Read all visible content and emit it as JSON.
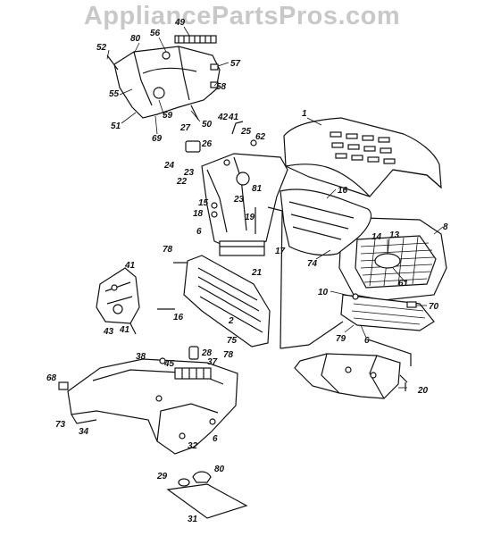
{
  "watermark": "AppliancePartsPros.com",
  "callouts": [
    {
      "id": "c1",
      "text": "1"
    },
    {
      "id": "c2",
      "text": "2"
    },
    {
      "id": "c6a",
      "text": "6"
    },
    {
      "id": "c6b",
      "text": "6"
    },
    {
      "id": "c6c",
      "text": "6"
    },
    {
      "id": "c8",
      "text": "8"
    },
    {
      "id": "c10",
      "text": "10"
    },
    {
      "id": "c13",
      "text": "13"
    },
    {
      "id": "c14",
      "text": "14"
    },
    {
      "id": "c15",
      "text": "15"
    },
    {
      "id": "c16a",
      "text": "16"
    },
    {
      "id": "c16b",
      "text": "16"
    },
    {
      "id": "c17",
      "text": "17"
    },
    {
      "id": "c18",
      "text": "18"
    },
    {
      "id": "c19",
      "text": "19"
    },
    {
      "id": "c20",
      "text": "20"
    },
    {
      "id": "c21",
      "text": "21"
    },
    {
      "id": "c22",
      "text": "22"
    },
    {
      "id": "c23a",
      "text": "23"
    },
    {
      "id": "c23b",
      "text": "23"
    },
    {
      "id": "c24",
      "text": "24"
    },
    {
      "id": "c25",
      "text": "25"
    },
    {
      "id": "c26",
      "text": "26"
    },
    {
      "id": "c27",
      "text": "27"
    },
    {
      "id": "c28",
      "text": "28"
    },
    {
      "id": "c29",
      "text": "29"
    },
    {
      "id": "c31",
      "text": "31"
    },
    {
      "id": "c32",
      "text": "32"
    },
    {
      "id": "c34",
      "text": "34"
    },
    {
      "id": "c37",
      "text": "37"
    },
    {
      "id": "c38",
      "text": "38"
    },
    {
      "id": "c41a",
      "text": "41"
    },
    {
      "id": "c41b",
      "text": "41"
    },
    {
      "id": "c41c",
      "text": "41"
    },
    {
      "id": "c42",
      "text": "42"
    },
    {
      "id": "c43",
      "text": "43"
    },
    {
      "id": "c45",
      "text": "45"
    },
    {
      "id": "c49",
      "text": "49"
    },
    {
      "id": "c50",
      "text": "50"
    },
    {
      "id": "c51",
      "text": "51"
    },
    {
      "id": "c52",
      "text": "52"
    },
    {
      "id": "c55",
      "text": "55"
    },
    {
      "id": "c56",
      "text": "56"
    },
    {
      "id": "c57",
      "text": "57"
    },
    {
      "id": "c58",
      "text": "58"
    },
    {
      "id": "c59",
      "text": "59"
    },
    {
      "id": "c61",
      "text": "61"
    },
    {
      "id": "c62",
      "text": "62"
    },
    {
      "id": "c68",
      "text": "68"
    },
    {
      "id": "c69",
      "text": "69"
    },
    {
      "id": "c70",
      "text": "70"
    },
    {
      "id": "c73",
      "text": "73"
    },
    {
      "id": "c74",
      "text": "74"
    },
    {
      "id": "c75",
      "text": "75"
    },
    {
      "id": "c78a",
      "text": "78"
    },
    {
      "id": "c78b",
      "text": "78"
    },
    {
      "id": "c79",
      "text": "79"
    },
    {
      "id": "c80a",
      "text": "80"
    },
    {
      "id": "c80b",
      "text": "80"
    },
    {
      "id": "c81",
      "text": "81"
    }
  ]
}
